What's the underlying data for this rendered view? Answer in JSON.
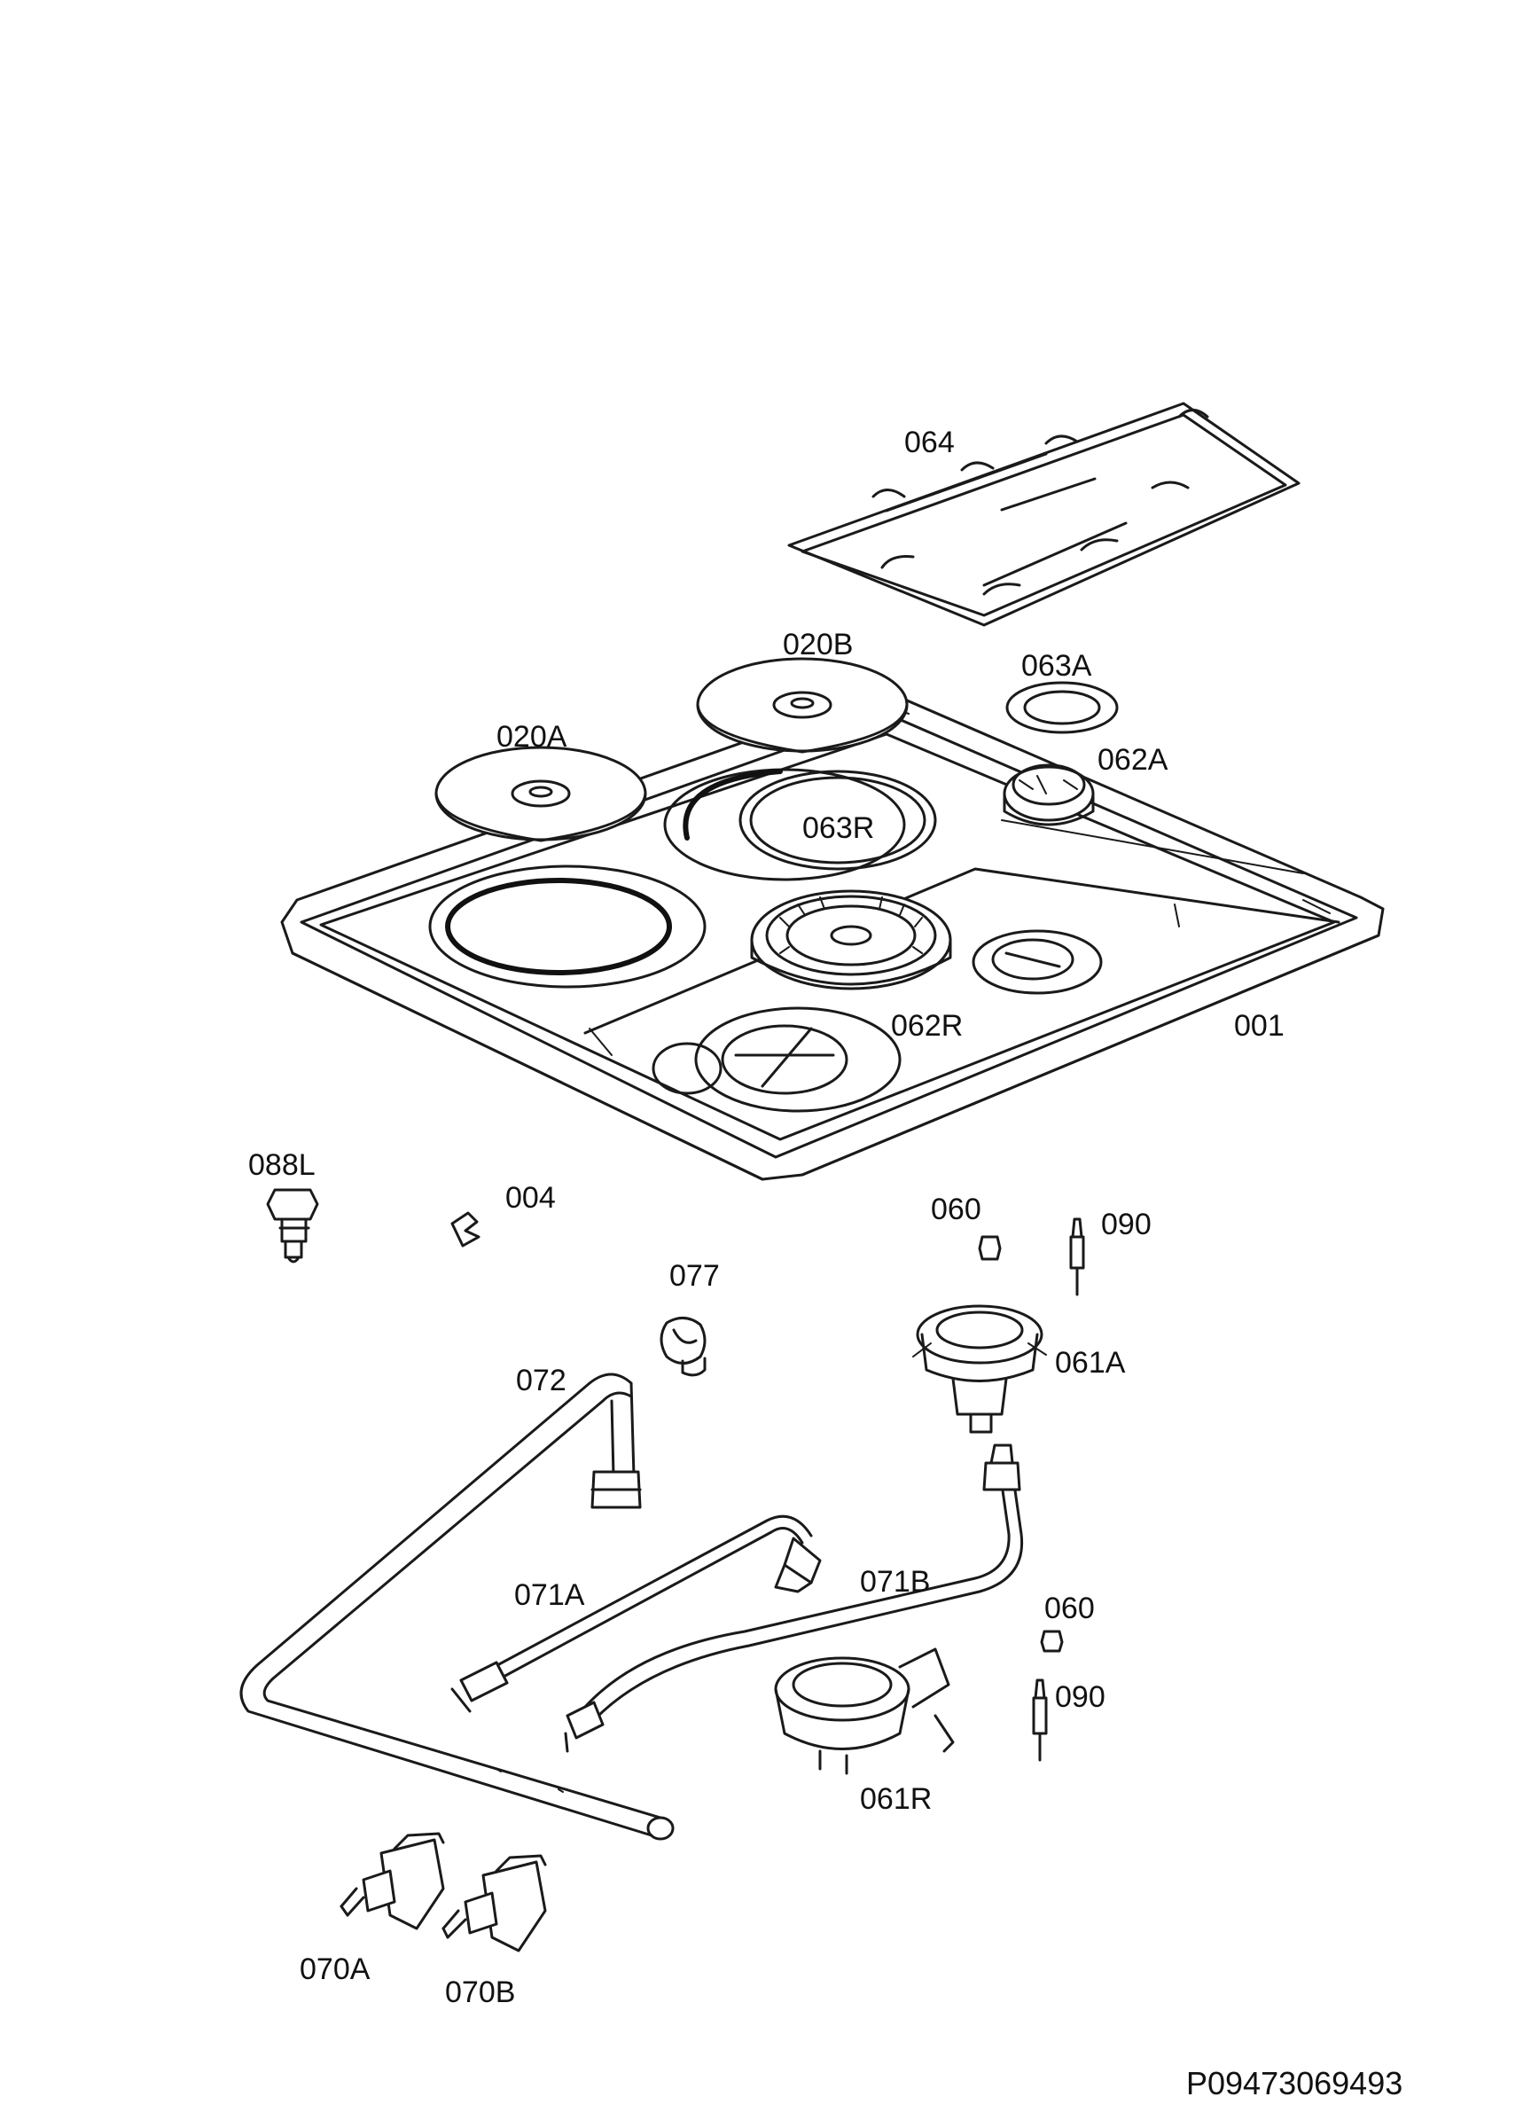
{
  "diagram": {
    "labels": {
      "p064": "064",
      "p020b": "020B",
      "p063a": "063A",
      "p020a": "020A",
      "p062a": "062A",
      "p063r": "063R",
      "p062r": "062R",
      "p001": "001",
      "p088l": "088L",
      "p004": "004",
      "p060a": "060",
      "p090a": "090",
      "p077": "077",
      "p061a": "061A",
      "p072": "072",
      "p071a": "071A",
      "p071b": "071B",
      "p060b": "060",
      "p090b": "090",
      "p061r": "061R",
      "p070a": "070A",
      "p070b": "070B"
    },
    "document_id": "P09473069493"
  }
}
